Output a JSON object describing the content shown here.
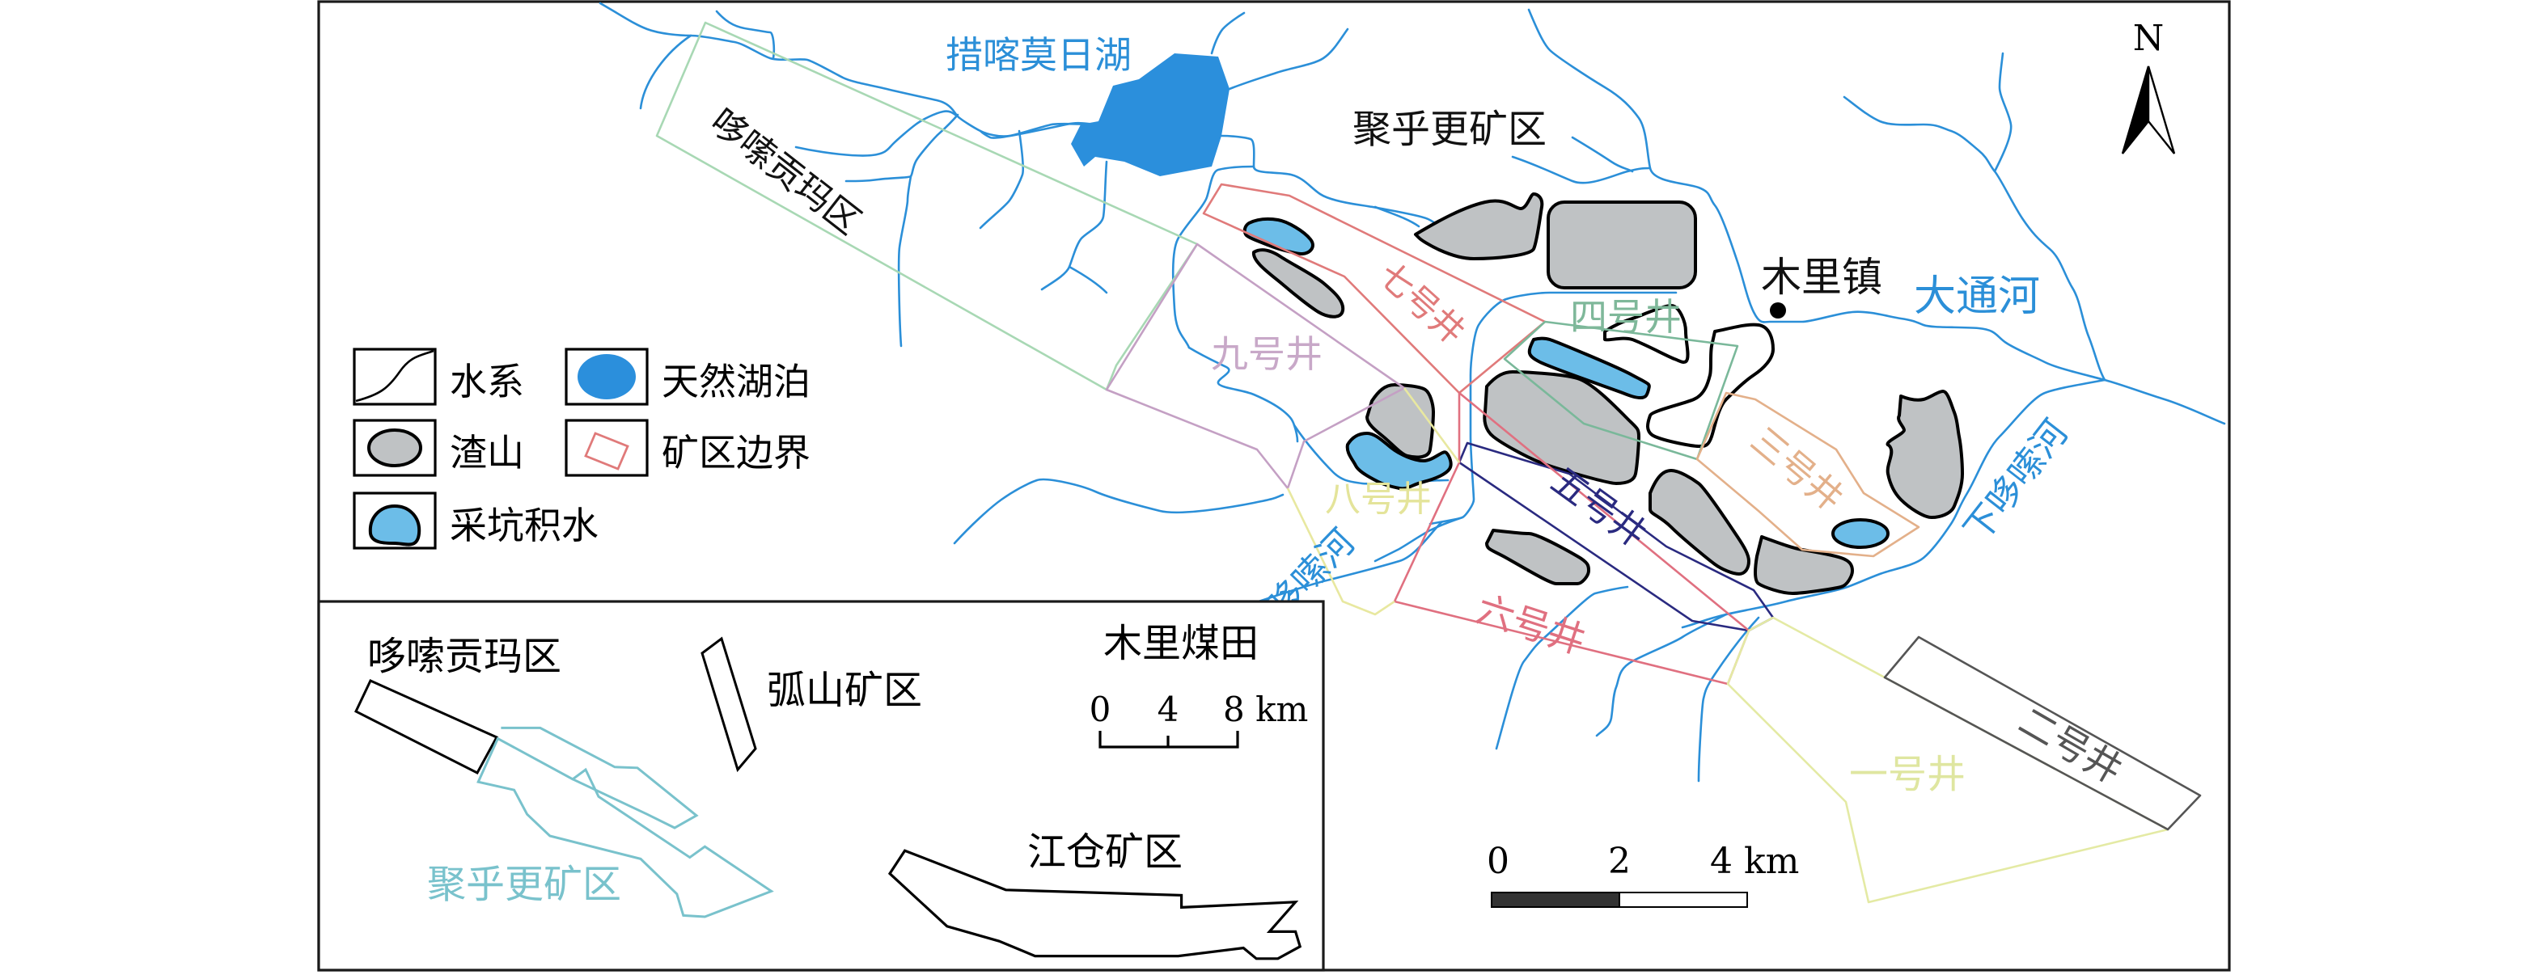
{
  "map": {
    "lake_name": "措喀莫日湖",
    "area_juhugeng": "聚乎更矿区",
    "area_duosuogongma": "哆嗦贡玛区",
    "town": "木里镇",
    "rivers": {
      "datong": "大通河",
      "xia_duosuo": "下哆嗦河",
      "shang_duosuo": "上哆嗦河"
    },
    "wells": {
      "w1": "一号井",
      "w2": "二号井",
      "w3": "三号井",
      "w4": "四号井",
      "w5": "五号井",
      "w6": "六号井",
      "w7": "七号井",
      "w8": "八号井",
      "w9": "九号井"
    },
    "north_label": "N",
    "scale": {
      "l0": "0",
      "l1": "2",
      "l2": "4 km"
    }
  },
  "legend": {
    "river": "水系",
    "lake": "天然湖泊",
    "spoil_heap": "渣山",
    "boundary": "矿区边界",
    "pit_water": "采坑积水"
  },
  "inset": {
    "title": "木里煤田",
    "areas": {
      "duosuogongma": "哆嗦贡玛区",
      "hushan": "弧山矿区",
      "juhugeng": "聚乎更矿区",
      "jiangcang": "江仓矿区"
    },
    "scale": {
      "l0": "0",
      "l1": "4",
      "l2": "8 km"
    }
  },
  "colors": {
    "river": "#2b8fd8",
    "lake": "#2b8fdc",
    "pit_water": "#6cbde8",
    "spoil_heap": "#bfc2c4",
    "boundary_legend": "#e07a7a",
    "juhugeng_inset": "#79c2cc"
  }
}
